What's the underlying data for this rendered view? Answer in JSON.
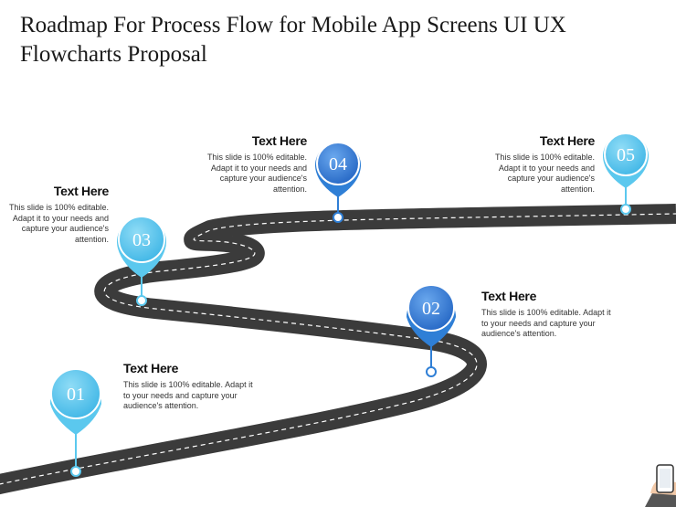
{
  "title": "Roadmap For Process Flow for Mobile App Screens UI UX Flowcharts Proposal",
  "colors": {
    "road": "#3a3a3a",
    "light_pin": "#5bc8ee",
    "dark_pin": "#2f7fd6"
  },
  "steps": [
    {
      "number": "01",
      "heading": "Text Here",
      "body": "This slide is 100% editable. Adapt it to your needs and capture your audience's attention."
    },
    {
      "number": "02",
      "heading": "Text Here",
      "body": "This slide is 100% editable. Adapt it to your needs and capture your audience's attention."
    },
    {
      "number": "03",
      "heading": "Text Here",
      "body": "This slide is 100% editable. Adapt it to your needs and capture your audience's attention."
    },
    {
      "number": "04",
      "heading": "Text Here",
      "body": "This slide is 100% editable. Adapt it to your needs and capture your audience's attention."
    },
    {
      "number": "05",
      "heading": "Text Here",
      "body": "This slide is 100% editable. Adapt it to your needs and capture your audience's attention."
    }
  ]
}
